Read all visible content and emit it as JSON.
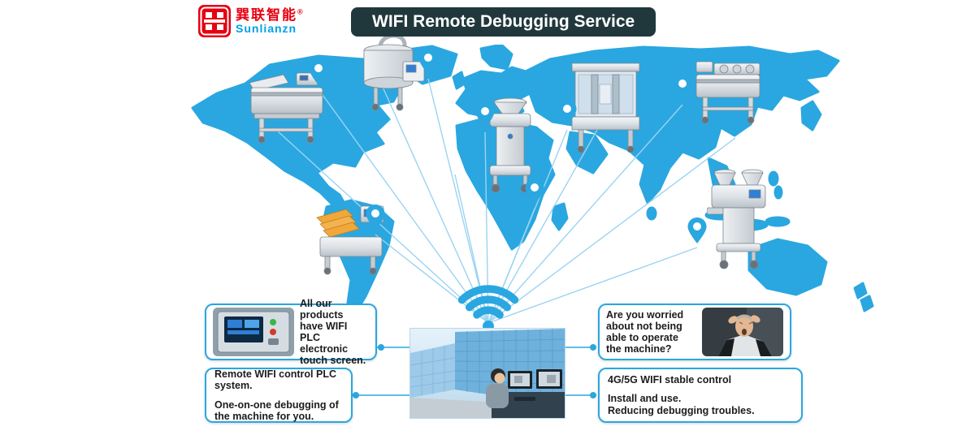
{
  "brand": {
    "logo_icon": "sunlianzn-seal-icon",
    "name_cn": "巽联智能",
    "reg_mark": "®",
    "name_en": "Sunlianzn",
    "red": "#e60012",
    "blue": "#00a0e9"
  },
  "banner": {
    "title": "WIFI Remote Debugging Service",
    "bg_color": "#20383c",
    "text_color": "#ffffff"
  },
  "map": {
    "fill_color": "#2aa7e0",
    "pin_icon": "location-pin-icon",
    "pin_count": 8,
    "wifi_icon": "wifi-signal-icon",
    "ray_color": "#9bd4f2",
    "machines": [
      "dough-sheeter-machine",
      "mixing-tank-machine",
      "meat-grinder-machine",
      "proofing-cabinet-machine",
      "pastry-press-machine",
      "double-hopper-encrusting-machine",
      "tray-forming-machine"
    ]
  },
  "callouts": {
    "touchscreen": {
      "photo": "plc-touchscreen-photo",
      "text": "All our products have WIFI PLC electronic touch screen."
    },
    "remote_control": {
      "para1": "Remote WIFI control PLC system.",
      "para2": "One-on-one debugging of the machine for you."
    },
    "worried": {
      "photo": "worried-operator-photo",
      "text": "Are you worried about not being able to operate the machine?"
    },
    "stable": {
      "para1": "4G/5G WIFI stable control",
      "para2_line1": "Install and use.",
      "para2_line2": "Reducing debugging troubles."
    }
  },
  "center_photo": {
    "name": "engineer-remote-debugging-photo"
  },
  "accent_color": "#2aa7e0"
}
